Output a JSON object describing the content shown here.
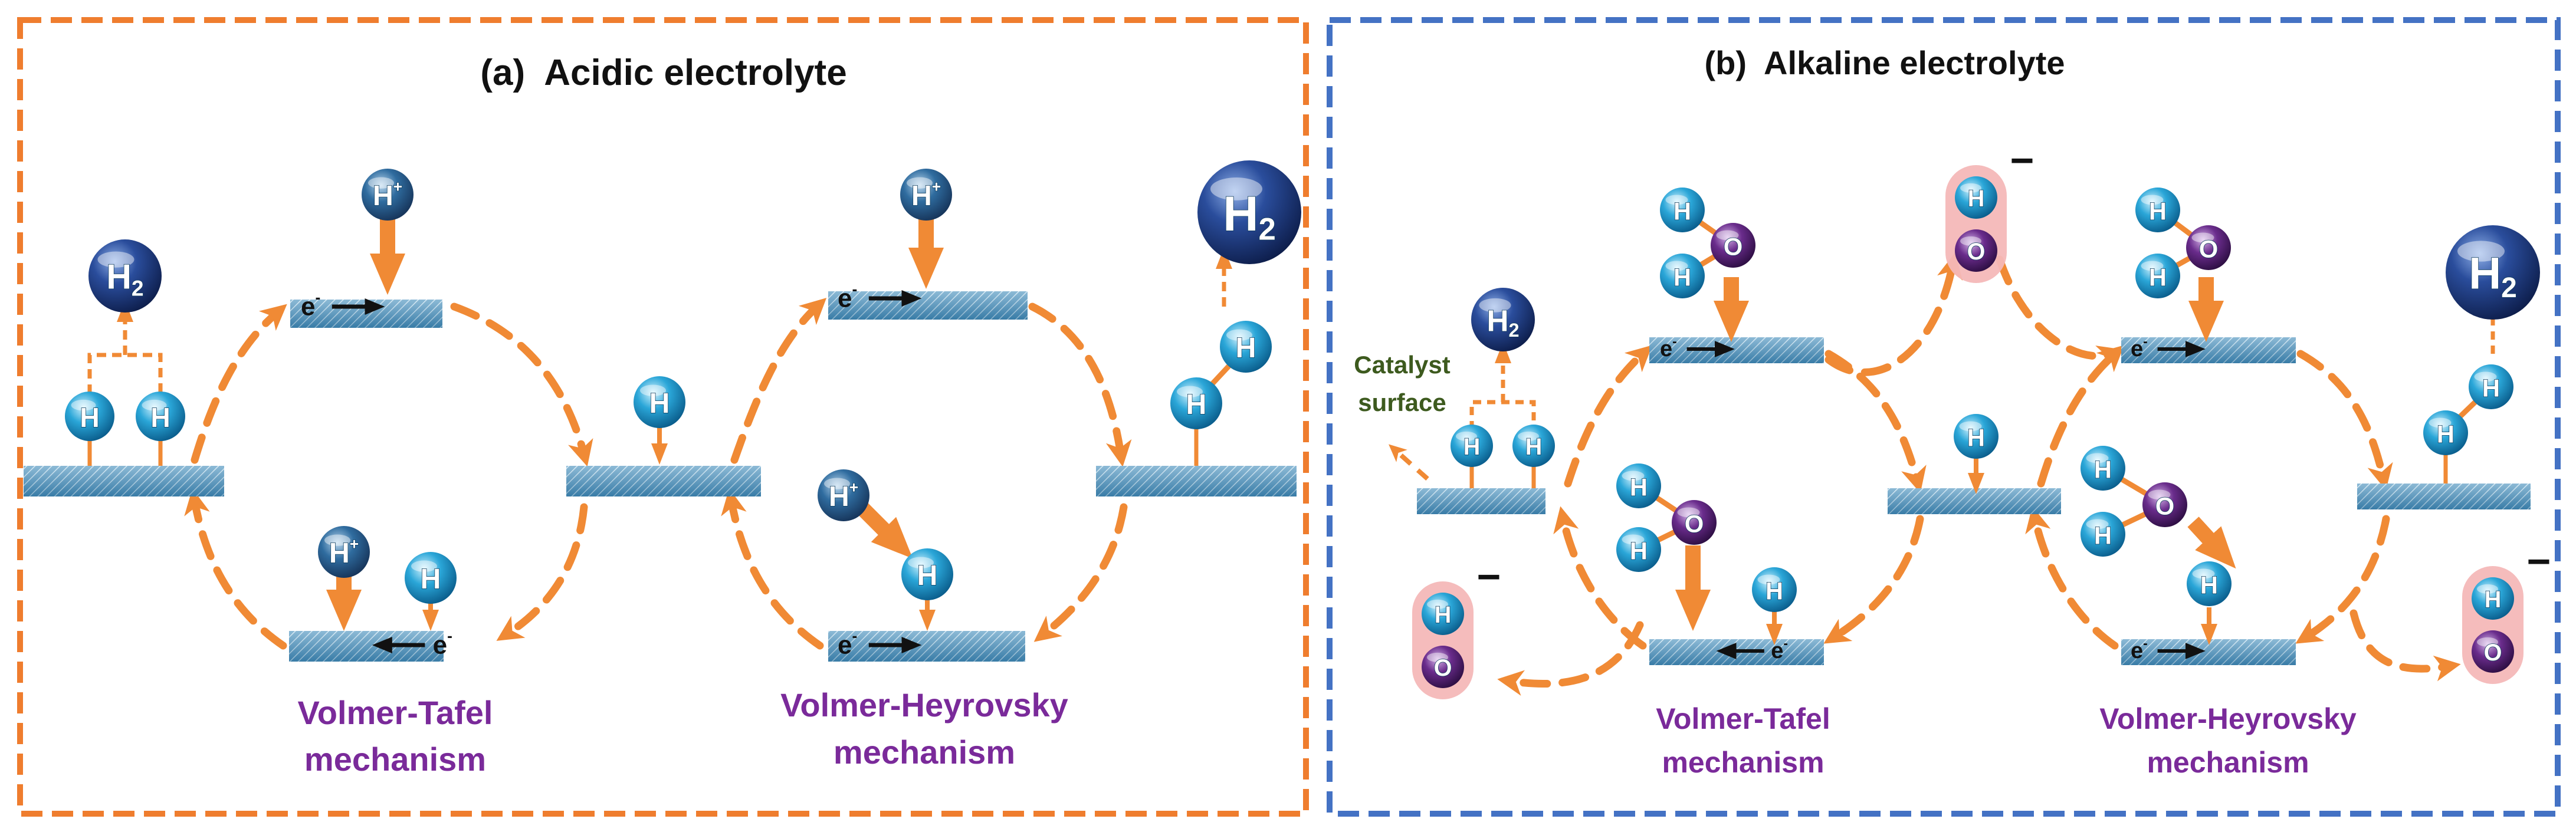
{
  "panels": {
    "a": {
      "title": "(a)  Acidic electrolyte",
      "border_color": "#ef7d2e",
      "mechanism_left": [
        "Volmer-Tafel",
        "mechanism"
      ],
      "mechanism_right": [
        "Volmer-Heyrovsky",
        "mechanism"
      ]
    },
    "b": {
      "title": "(b)  Alkaline electrolyte",
      "border_color": "#4472c4",
      "mechanism_left": [
        "Volmer-Tafel",
        "mechanism"
      ],
      "mechanism_right": [
        "Volmer-Heyrovsky",
        "mechanism"
      ],
      "surface_label": [
        "Catalyst",
        "surface"
      ]
    }
  },
  "symbols": {
    "hydrogen": "H",
    "proton": "H",
    "proton_sup": "+",
    "oxygen": "O",
    "h2": "H",
    "h2_sub": "2",
    "electron": "e",
    "electron_sup": "-",
    "hydroxide_charge": "−"
  },
  "colors": {
    "arrow": "#f08a35",
    "mechanism_text": "#7a2a9a",
    "surface_label": "#3d5a1e",
    "hydrogen_atom": "#2aa6d8",
    "oxygen_atom": "#6a2c8c",
    "h2_molecule": "#1f3f86",
    "hydroxide_glow": "#f4b8b8"
  }
}
